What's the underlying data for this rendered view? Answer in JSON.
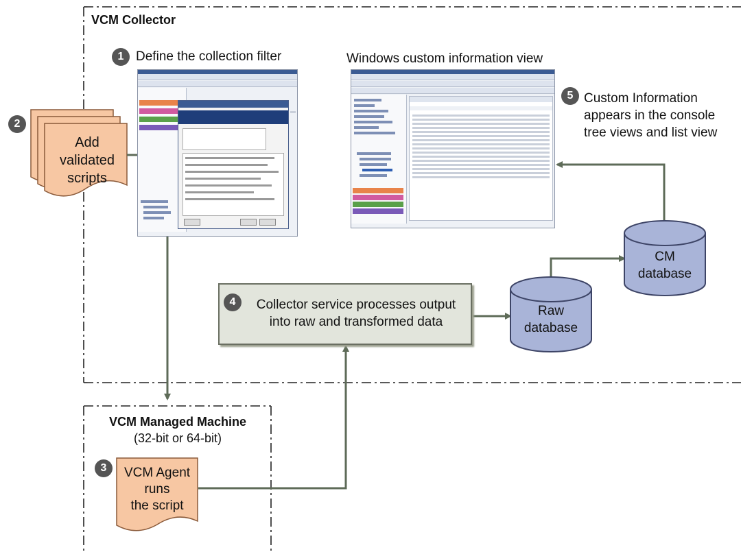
{
  "collector": {
    "title": "VCM Collector"
  },
  "step1": {
    "number": "1",
    "text": "Define the collection filter"
  },
  "windows_view": {
    "title": "Windows custom information view"
  },
  "step2": {
    "number": "2",
    "lines": [
      "Add",
      "validated",
      "scripts"
    ]
  },
  "step3": {
    "number": "3",
    "lines": [
      "VCM Agent",
      "runs",
      "the script"
    ]
  },
  "step4": {
    "number": "4",
    "lines": [
      "Collector service processes output",
      "into raw and transformed data"
    ]
  },
  "step5": {
    "number": "5",
    "lines": [
      "Custom Information",
      "appears in the console",
      "tree views and list view"
    ]
  },
  "managed_machine": {
    "title": "VCM Managed Machine",
    "subtitle": "(32-bit or 64-bit)"
  },
  "raw_db": {
    "lines": [
      "Raw",
      "database"
    ]
  },
  "cm_db": {
    "lines": [
      "CM",
      "database"
    ]
  },
  "colors": {
    "script_fill": "#f7c7a3",
    "script_stroke": "#8a5a3a",
    "db_fill": "#a9b4d8",
    "db_stroke": "#3d4466",
    "arrow": "#5e6b58",
    "proc_fill": "#e2e5dc",
    "step_circle": "#555555"
  }
}
